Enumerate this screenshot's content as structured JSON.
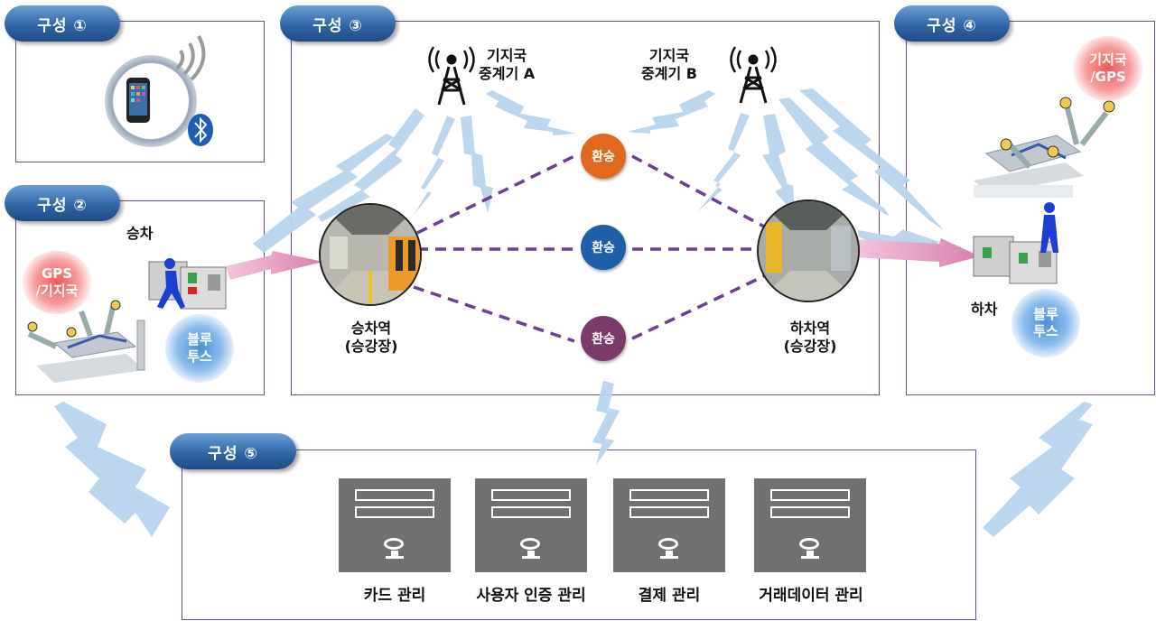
{
  "sections": {
    "s1": {
      "title": "구성 ①"
    },
    "s2": {
      "title": "구성 ②",
      "boarding_label": "승차",
      "gps_label": "GPS\n/기지국",
      "bluetooth_label": "블루\n투스"
    },
    "s3": {
      "title": "구성 ③",
      "tower_a_label": "기지국\n중계기 A",
      "tower_b_label": "기지국\n중계기 B",
      "boarding_station_label": "승차역\n(승강장)",
      "alighting_station_label": "하차역\n(승강장)",
      "transfers": [
        {
          "label": "환승",
          "color": "#e2671f"
        },
        {
          "label": "환승",
          "color": "#1f5fa8"
        },
        {
          "label": "환승",
          "color": "#7a3a6a"
        }
      ]
    },
    "s4": {
      "title": "구성 ④",
      "gps_label": "기지국\n/GPS",
      "alighting_label": "하차",
      "bluetooth_label": "블루\n투스"
    },
    "s5": {
      "title": "구성 ⑤",
      "servers": [
        {
          "label": "카드 관리"
        },
        {
          "label": "사용자 인증 관리"
        },
        {
          "label": "결제 관리"
        },
        {
          "label": "거래데이터 관리"
        }
      ]
    }
  },
  "colors": {
    "border": "#6a4f8a",
    "tab": "#3266a6",
    "dashed_line": "#6a3f96",
    "lightning": "#b6d2ee",
    "arrow": "#e6a6c8"
  }
}
